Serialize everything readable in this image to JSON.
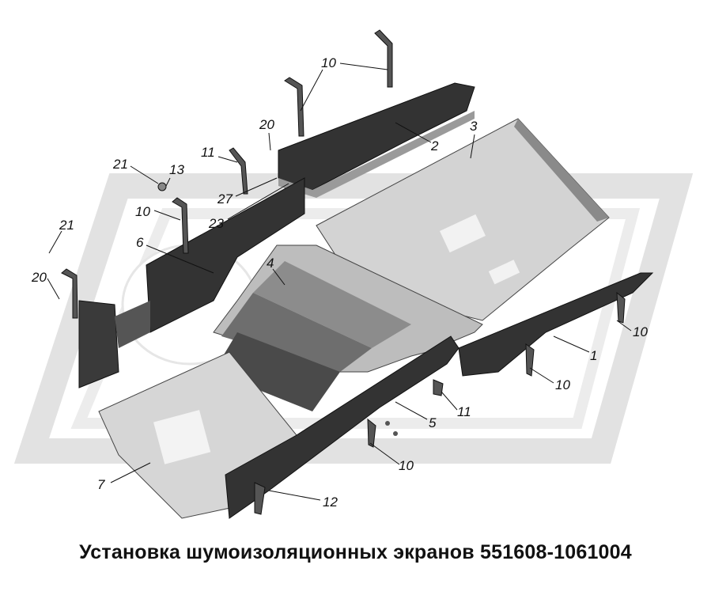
{
  "diagram": {
    "title": "Установка шумоизоляционных экранов 551608-1061004",
    "callouts": [
      {
        "id": "c10-top",
        "label": "10"
      },
      {
        "id": "c20-top",
        "label": "20"
      },
      {
        "id": "c2",
        "label": "2"
      },
      {
        "id": "c3",
        "label": "3"
      },
      {
        "id": "c11-top",
        "label": "11"
      },
      {
        "id": "c21-top",
        "label": "21"
      },
      {
        "id": "c13",
        "label": "13"
      },
      {
        "id": "c27",
        "label": "27"
      },
      {
        "id": "c10-left",
        "label": "10"
      },
      {
        "id": "c23",
        "label": "23"
      },
      {
        "id": "c21-left",
        "label": "21"
      },
      {
        "id": "c6",
        "label": "6"
      },
      {
        "id": "c4",
        "label": "4"
      },
      {
        "id": "c20-left",
        "label": "20"
      },
      {
        "id": "c10-right",
        "label": "10"
      },
      {
        "id": "c1",
        "label": "1"
      },
      {
        "id": "c10-mid",
        "label": "10"
      },
      {
        "id": "c11-bottom",
        "label": "11"
      },
      {
        "id": "c5",
        "label": "5"
      },
      {
        "id": "c10-bottom",
        "label": "10"
      },
      {
        "id": "c7",
        "label": "7"
      },
      {
        "id": "c12",
        "label": "12"
      }
    ],
    "colors": {
      "panel_dark": "#2e2e2e",
      "panel_light": "#cfcfcf",
      "watermark": "#e4e4e4",
      "line": "#111111"
    }
  }
}
